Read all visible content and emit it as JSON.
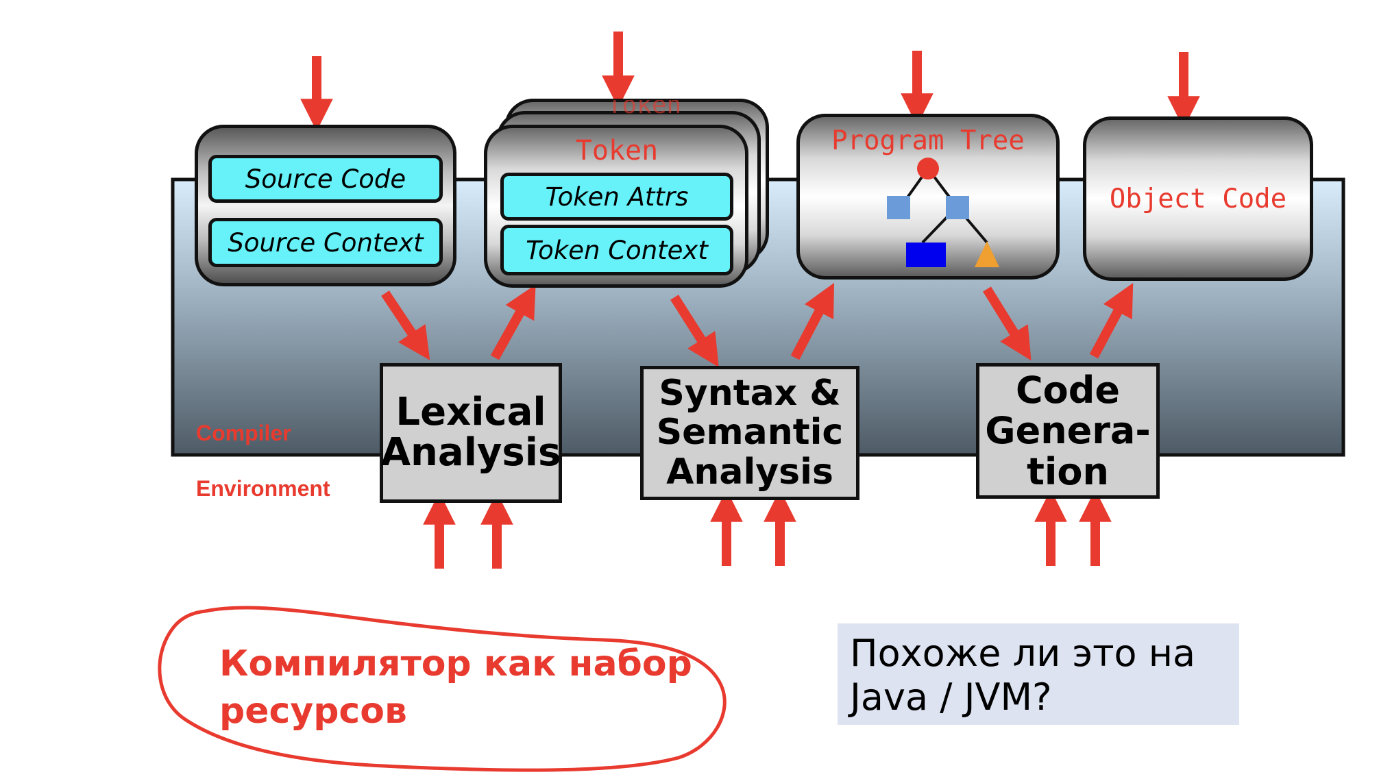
{
  "compiler": {
    "label": "Compiler",
    "environment_label": "Environment"
  },
  "resources": {
    "source": {
      "pill_1": "Source Code",
      "pill_2": "Source Context"
    },
    "token": {
      "title": "Token",
      "back_title": "Token",
      "pill_1": "Token Attrs",
      "pill_2": "Token Context"
    },
    "program_tree": {
      "title": "Program Tree"
    },
    "object_code": {
      "title": "Object Code"
    }
  },
  "phases": {
    "lexical": {
      "line1": "Lexical",
      "line2": "Analysis"
    },
    "syntax": {
      "line1": "Syntax &",
      "line2": "Semantic",
      "line3": "Analysis"
    },
    "codegen": {
      "line1": "Code",
      "line2": "Genera-",
      "line3": "tion"
    }
  },
  "notes": {
    "handwritten": {
      "line1": "Компилятор как набор",
      "line2": "ресурсов"
    },
    "question": {
      "line1": "Похоже ли это на",
      "line2": "Java / JVM?"
    }
  },
  "colors": {
    "arrow": "#e83a2e",
    "pill": "#66f2f8",
    "tree_root": "#e83a2e",
    "tree_node": "#6b9bd8",
    "tree_leaf": "#0000ee",
    "tree_triangle": "#f0a030",
    "question_bg": "#dde3f1"
  },
  "icons": [
    "down-arrow-icon",
    "diagonal-arrow-icon",
    "up-arrow-icon",
    "tree-icon"
  ]
}
